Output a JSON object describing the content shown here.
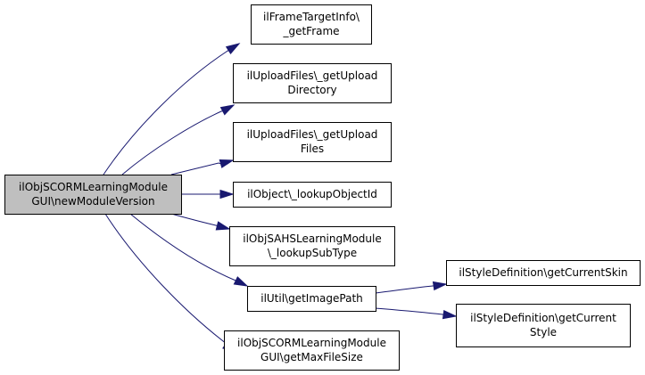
{
  "colors": {
    "edge": "#191970",
    "root_fill": "#bfbfbf",
    "node_fill": "#ffffff",
    "border": "#000000"
  },
  "nodes": [
    {
      "id": "root",
      "lines": [
        "ilObjSCORMLearningModule",
        "GUI\\newModuleVersion"
      ],
      "highlight": true
    },
    {
      "id": "frametarget",
      "lines": [
        "ilFrameTargetInfo\\",
        "_getFrame"
      ]
    },
    {
      "id": "uploaddir",
      "lines": [
        "ilUploadFiles\\_getUpload",
        "Directory"
      ]
    },
    {
      "id": "uploadfiles",
      "lines": [
        "ilUploadFiles\\_getUpload",
        "Files"
      ]
    },
    {
      "id": "lookupobj",
      "lines": [
        "ilObject\\_lookupObjectId"
      ]
    },
    {
      "id": "subtype",
      "lines": [
        "ilObjSAHSLearningModule",
        "\\_lookupSubType"
      ]
    },
    {
      "id": "imagepath",
      "lines": [
        "ilUtil\\getImagePath"
      ]
    },
    {
      "id": "maxfilesize",
      "lines": [
        "ilObjSCORMLearningModule",
        "GUI\\getMaxFileSize"
      ]
    },
    {
      "id": "currentskin",
      "lines": [
        "ilStyleDefinition\\getCurrentSkin"
      ]
    },
    {
      "id": "currentstyle",
      "lines": [
        "ilStyleDefinition\\getCurrent",
        "Style"
      ]
    }
  ],
  "edges": [
    {
      "from": "root",
      "to": "frametarget"
    },
    {
      "from": "root",
      "to": "uploaddir"
    },
    {
      "from": "root",
      "to": "uploadfiles"
    },
    {
      "from": "root",
      "to": "lookupobj"
    },
    {
      "from": "root",
      "to": "subtype"
    },
    {
      "from": "root",
      "to": "imagepath"
    },
    {
      "from": "root",
      "to": "maxfilesize"
    },
    {
      "from": "imagepath",
      "to": "currentskin"
    },
    {
      "from": "imagepath",
      "to": "currentstyle"
    }
  ]
}
